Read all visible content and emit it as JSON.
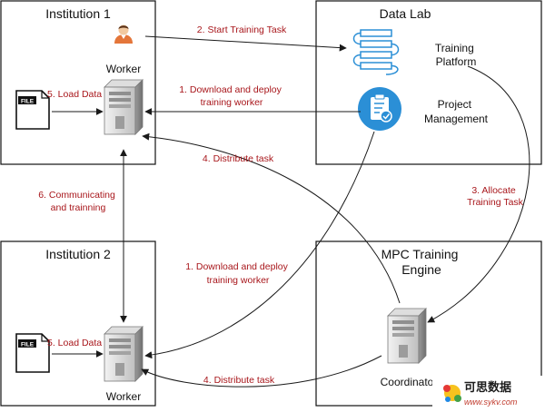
{
  "boxes": {
    "institution1": {
      "title": "Institution 1",
      "worker_label": "Worker",
      "load_data": "5. Load Data"
    },
    "institution2": {
      "title": "Institution 2",
      "worker_label": "Worker",
      "load_data": "5. Load Data"
    },
    "datalab": {
      "title": "Data Lab",
      "training_platform": [
        "Training",
        "Platform"
      ],
      "project_management": [
        "Project",
        "Management"
      ]
    },
    "mpc": {
      "title": [
        "MPC Training",
        "Engine"
      ],
      "coordinator_label": "Coordinator"
    }
  },
  "file_icon_text": "FILE",
  "edges": {
    "start_training": "2. Start Training Task",
    "download_deploy_1": [
      "1. Download and deploy",
      "training worker"
    ],
    "distribute_1": "4. Distribute task",
    "allocate": [
      "3. Allocate",
      "Training Task"
    ],
    "communicating": [
      "6. Communicating",
      "and trainning"
    ],
    "download_deploy_2": [
      "1. Download and deploy",
      "training worker"
    ],
    "distribute_2": "4. Distribute task"
  },
  "watermark": {
    "text": "可思数据",
    "url": "www.sykv.com"
  },
  "colors": {
    "label_red": "#a8161b",
    "line": "#1a1a1a",
    "icon_blue": "#2b8fd6",
    "server_gray": "#b5b5b5"
  }
}
